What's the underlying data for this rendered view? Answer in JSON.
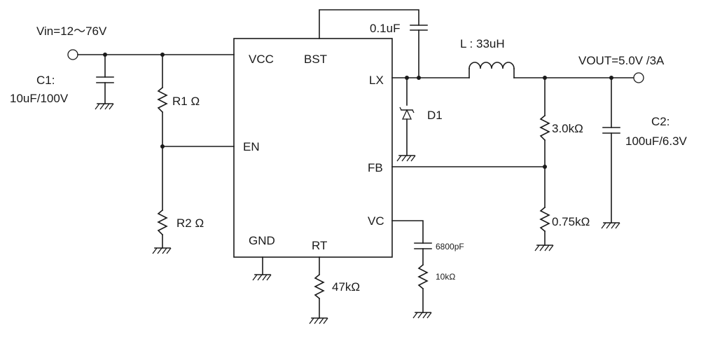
{
  "labels": {
    "vin": "Vin=12～76V",
    "c1_name": "C1:",
    "c1_value": "10uF/100V",
    "r1": "R1 Ω",
    "r2": "R2 Ω",
    "bst_cap": "0.1uF",
    "inductor": "L : 33uH",
    "vout": "VOUT=5.0V /3A",
    "diode": "D1",
    "r_top": "3.0kΩ",
    "r_bottom": "0.75kΩ",
    "c2_name": "C2:",
    "c2_value": "100uF/6.3V",
    "vc_cap": "6800pF",
    "vc_res": "10kΩ",
    "rt_res": "47kΩ"
  },
  "ic_pins": {
    "vcc": "VCC",
    "bst": "BST",
    "lx": "LX",
    "en": "EN",
    "fb": "FB",
    "vc": "VC",
    "gnd": "GND",
    "rt": "RT"
  }
}
